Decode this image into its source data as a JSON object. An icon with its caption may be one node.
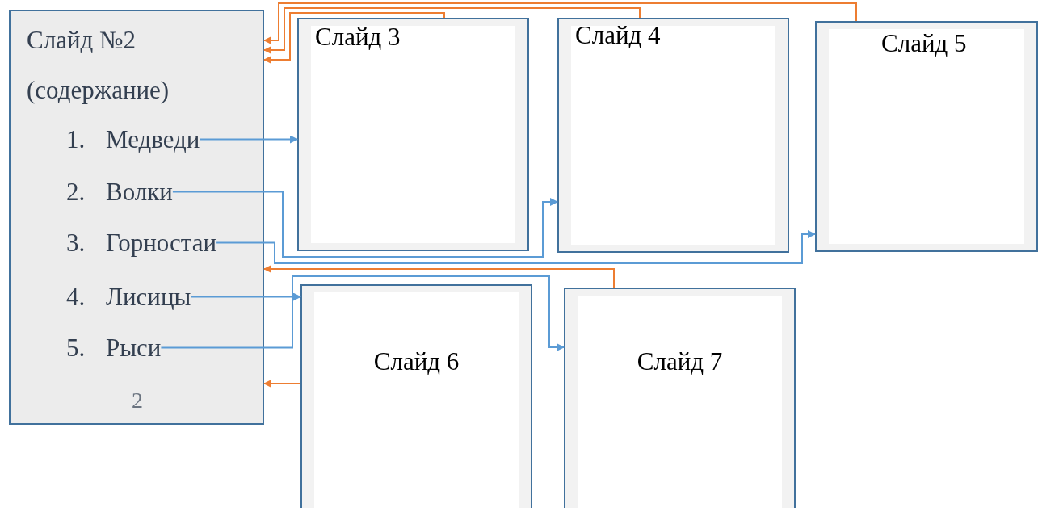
{
  "diagram": {
    "nodes": [
      {
        "text": [
          "Слайд №2",
          "(содержание)"
        ]
      },
      {
        "text": [
          "1. Медведи"
        ],
        "in": 0
      },
      {
        "text": [
          "2. Волки"
        ],
        "in": 0
      },
      {
        "text": [
          "3. Горностаи"
        ],
        "in": 0
      },
      {
        "text": [
          "4. Лисицы"
        ],
        "in": 0
      },
      {
        "text": [
          "5. Рыси"
        ],
        "in": 0
      },
      {
        "text": [
          "Слайд 3"
        ]
      },
      {
        "text": [
          "Слайд 4"
        ]
      },
      {
        "text": [
          "Слайд 5"
        ]
      },
      {
        "text": [
          "Слайд 6"
        ]
      },
      {
        "text": [
          "Слайд 7"
        ]
      }
    ],
    "edges": [
      {
        "from": 1,
        "to": 6,
        "arrow": "to",
        "color": "#5b9bd5"
      },
      {
        "from": 2,
        "to": 7,
        "arrow": "to",
        "color": "#5b9bd5"
      },
      {
        "from": 3,
        "to": 8,
        "arrow": "to",
        "color": "#5b9bd5"
      },
      {
        "from": 4,
        "to": 9,
        "arrow": "to",
        "color": "#5b9bd5"
      },
      {
        "from": 5,
        "to": 10,
        "arrow": "to",
        "color": "#5b9bd5"
      },
      {
        "from": 8,
        "to": 0,
        "arrow": "to",
        "color": "#ed7d31"
      },
      {
        "from": 7,
        "to": 0,
        "arrow": "to",
        "color": "#ed7d31"
      },
      {
        "from": 6,
        "to": 0,
        "arrow": "to",
        "color": "#ed7d31"
      },
      {
        "from": 9,
        "to": 0,
        "arrow": "to",
        "color": "#ed7d31"
      },
      {
        "from": 10,
        "to": 0,
        "arrow": "to",
        "color": "#ed7d31"
      }
    ],
    "labels": [
      "2"
    ]
  }
}
